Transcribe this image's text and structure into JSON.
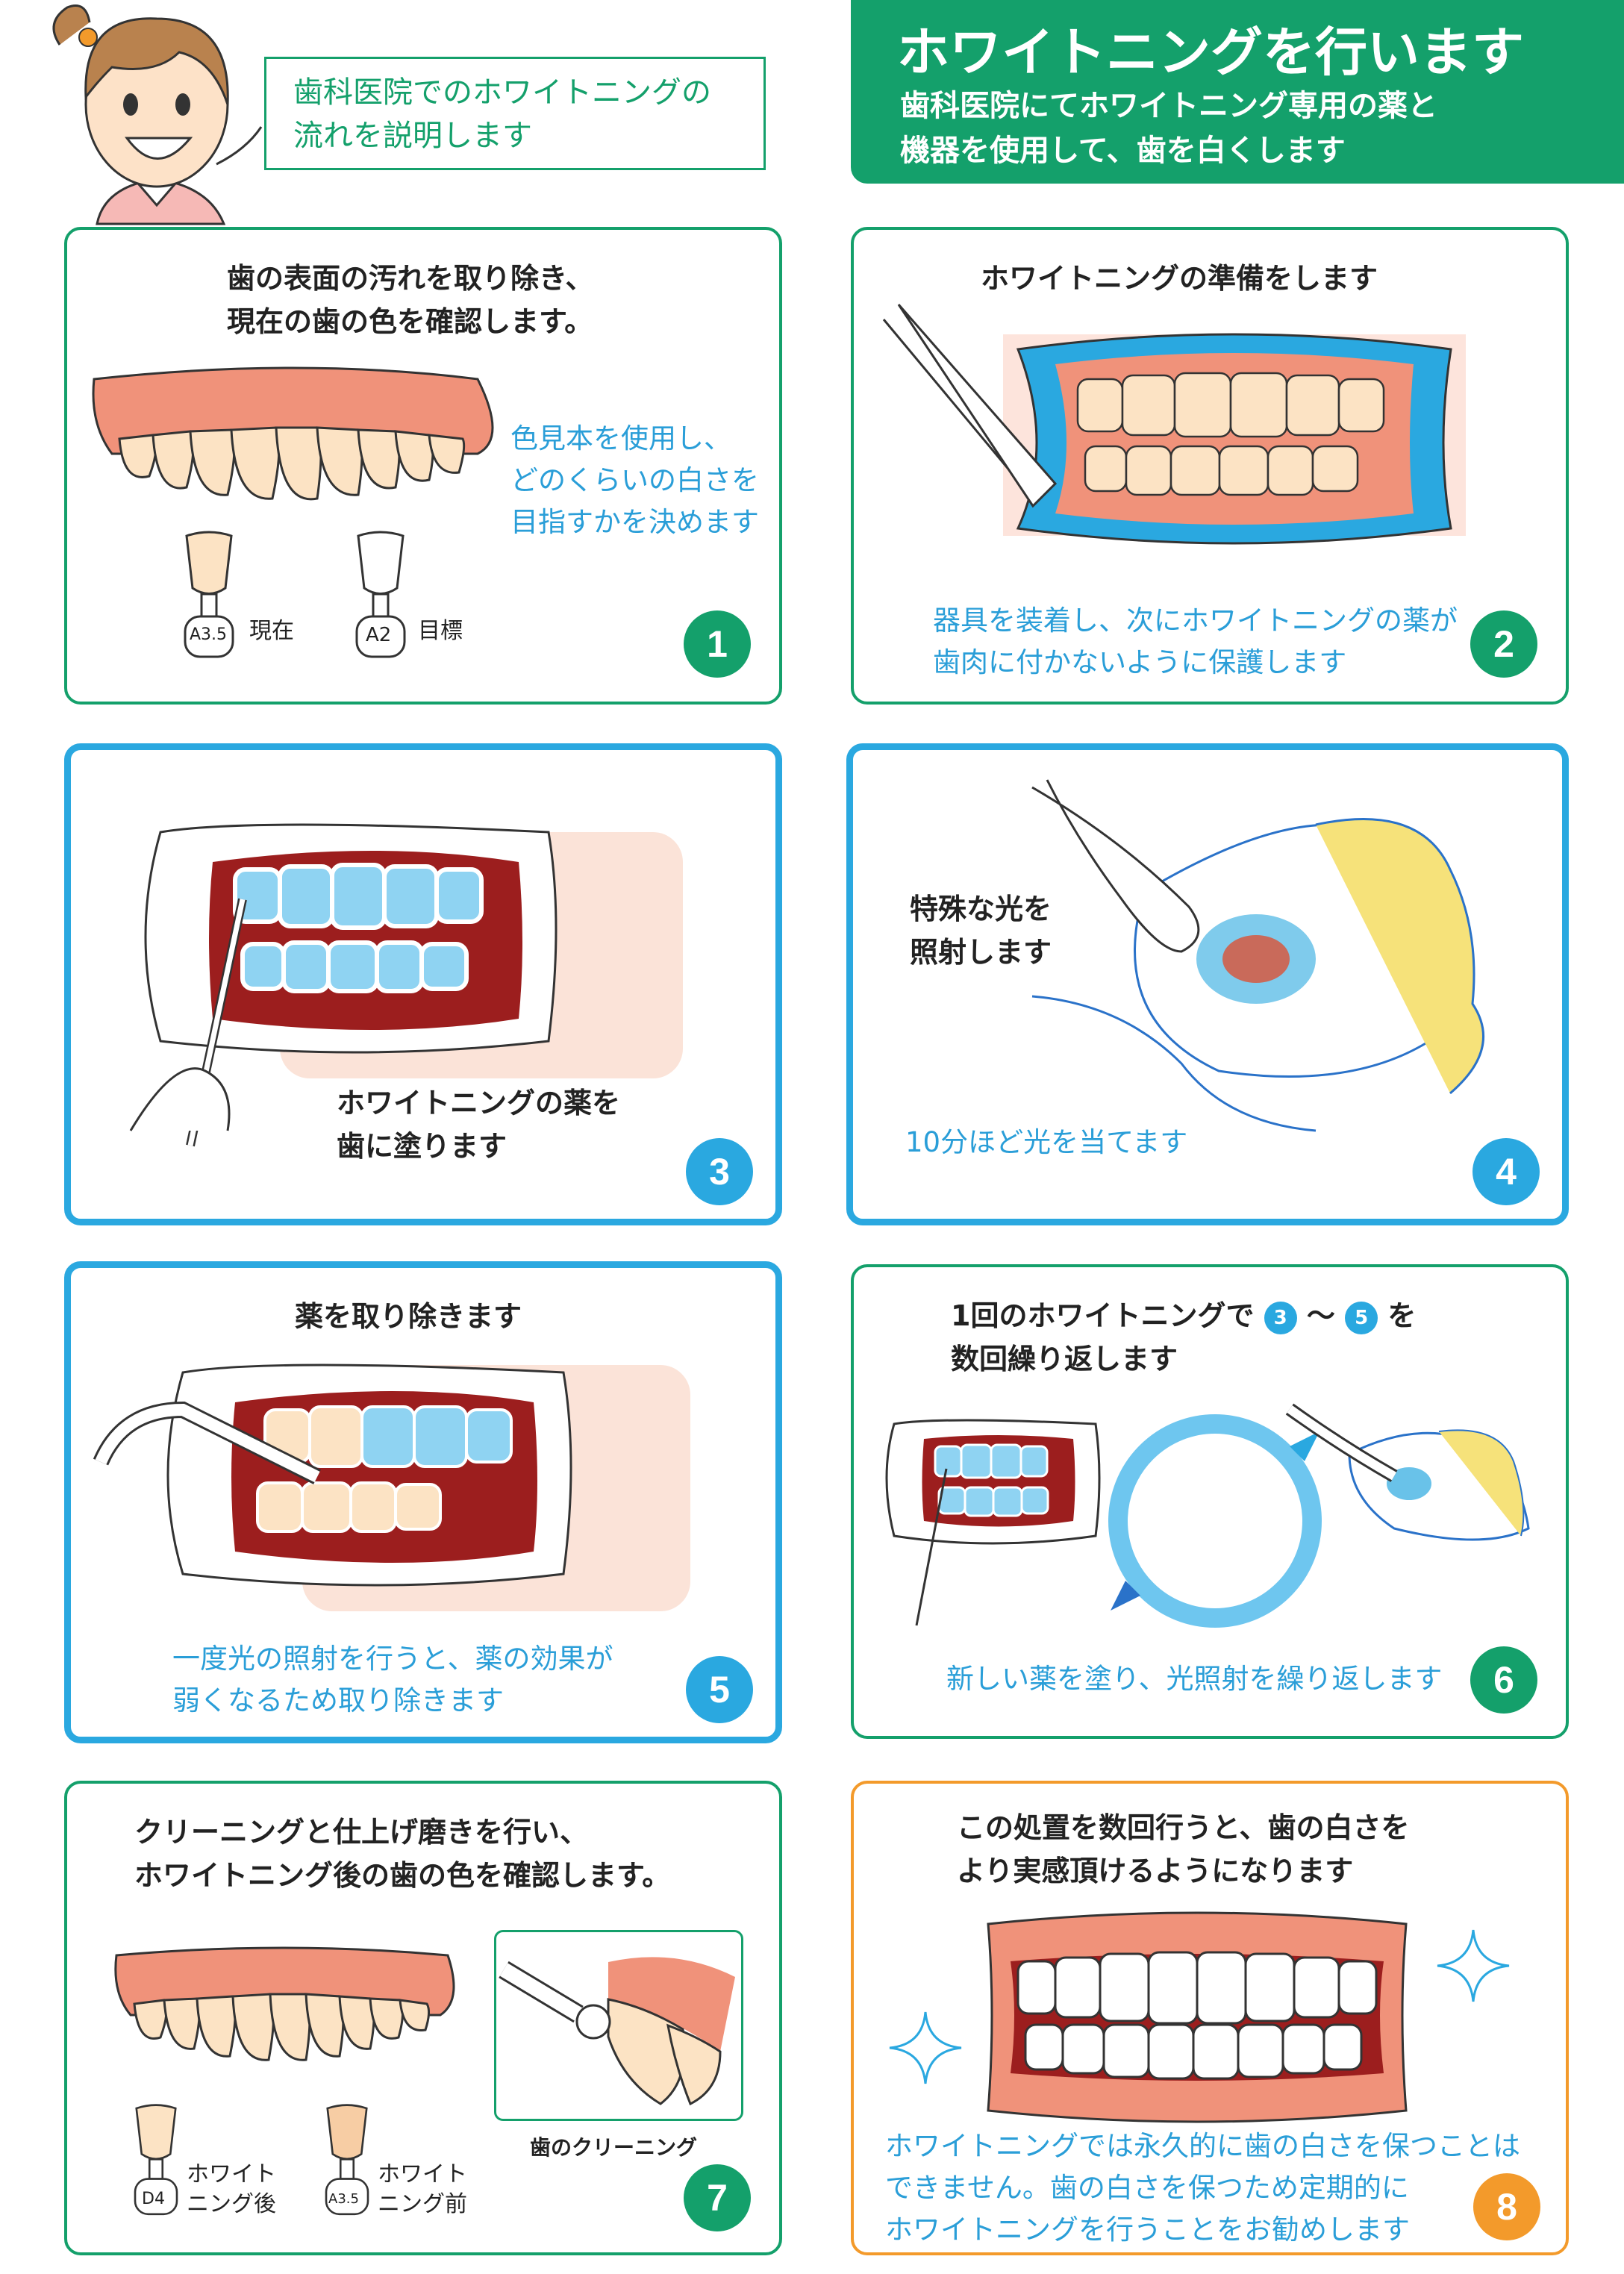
{
  "header": {
    "intro": "歯科医院でのホワイトニングの\n流れを説明します",
    "title": "ホワイトニングを行います",
    "subtitle": "歯科医院にてホワイトニング専用の薬と\n機器を使用して、歯を白くします"
  },
  "steps": [
    {
      "number": "1",
      "heading": "歯の表面の汚れを取り除き、\n現在の歯の色を確認します。",
      "note": "色見本を使用し、\nどのくらいの白さを\n目指すかを決めます",
      "shades": [
        {
          "code": "A3.5",
          "label": "現在"
        },
        {
          "code": "A2",
          "label": "目標"
        }
      ]
    },
    {
      "number": "2",
      "heading": "ホワイトニングの準備をします",
      "note": "器具を装着し、次にホワイトニングの薬が\n歯肉に付かないように保護します"
    },
    {
      "number": "3",
      "heading": "ホワイトニングの薬を\n歯に塗ります"
    },
    {
      "number": "4",
      "heading": "特殊な光を\n照射します",
      "note": "10分ほど光を当てます"
    },
    {
      "number": "5",
      "heading": "薬を取り除きます",
      "note": "一度光の照射を行うと、薬の効果が\n弱くなるため取り除きます"
    },
    {
      "number": "6",
      "heading_before": "1回のホワイトニングで",
      "ref_from": "3",
      "tilde": "〜",
      "ref_to": "5",
      "heading_after": "を",
      "heading_line2": "数回繰り返します",
      "note": "新しい薬を塗り、光照射を繰り返します"
    },
    {
      "number": "7",
      "heading": "クリーニングと仕上げ磨きを行い、\nホワイトニング後の歯の色を確認します。",
      "caption": "歯のクリーニング",
      "shades": [
        {
          "code": "D4",
          "label": "ホワイト\nニング後"
        },
        {
          "code": "A3.5",
          "label": "ホワイト\nニング前"
        }
      ]
    },
    {
      "number": "8",
      "heading": "この処置を数回行うと、歯の白さを\nより実感頂けるようになります",
      "note": "ホワイトニングでは永久的に歯の白さを保つことは\nできません。歯の白さを保つため定期的に\nホワイトニングを行うことをお勧めします"
    }
  ],
  "colors": {
    "green": "#14a06b",
    "blue": "#2aa8e0",
    "orange": "#f39a2b",
    "gum": "#f0927a",
    "tooth": "#fce3c4"
  }
}
